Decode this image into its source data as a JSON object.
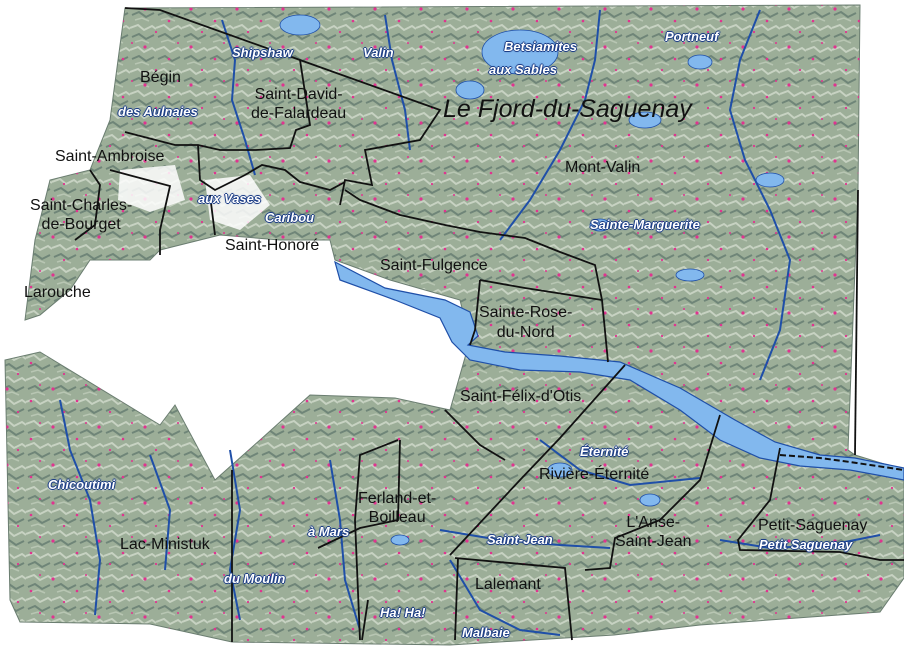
{
  "map": {
    "region_label": "Le Fjord-du-Saguenay",
    "municipalities": {
      "begin": "Bégin",
      "saint_david": [
        "Saint-David-",
        "de-Falardeau"
      ],
      "saint_ambroise": "Saint-Ambroise",
      "saint_charles": [
        "Saint-Charles-",
        "de-Bourget"
      ],
      "larouche": "Larouche",
      "saint_honore": "Saint-Honoré",
      "mont_valin": "Mont-Valin",
      "saint_fulgence": "Saint-Fulgence",
      "sainte_rose": [
        "Sainte-Rose-",
        "du-Nord"
      ],
      "saint_felix": "Saint-Félix-d'Otis",
      "riviere_eternite": "Rivière-Éternité",
      "ferland": [
        "Ferland-et-",
        "Boilleau"
      ],
      "lac_ministuk": "Lac-Ministuk",
      "lanse": [
        "L'Anse-",
        "Saint-Jean"
      ],
      "petit_saguenay": "Petit-Saguenay",
      "lalemant": "Lalemant"
    },
    "rivers": {
      "shipshaw": "Shipshaw",
      "valin": "Valin",
      "betsiamites": "Betsiamites",
      "aux_sables": "aux Sables",
      "portneuf": "Portneuf",
      "des_aulnaies": "des Aulnaies",
      "aux_vases": "aux Vases",
      "caribou": "Caribou",
      "sainte_marguerite": "Sainte-Marguerite",
      "eternite": "Éternité",
      "chicoutimi": "Chicoutimi",
      "a_mars": "à Mars",
      "saint_jean": "Saint-Jean",
      "petit_saguenay_river": "Petit Saguenay",
      "du_moulin": "du Moulin",
      "ha_ha": "Ha! Ha!",
      "malbaie": "Malbaie"
    },
    "colors": {
      "terrain": "#9cae98",
      "terrain_dark": "#7d9184",
      "water": "#82b8ee",
      "river_line": "#1f4fa8",
      "boundary": "#111111",
      "wetland": "#e0338f",
      "label_outline": "#1c3d86"
    }
  }
}
